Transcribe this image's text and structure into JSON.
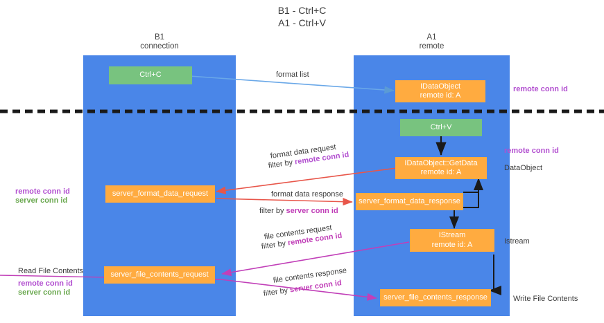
{
  "title": "B1 - Ctrl+C\nA1 - Ctrl+V",
  "columns": [
    {
      "name": "B1",
      "sub": "connection",
      "header": "B1\nconnection"
    },
    {
      "name": "A1",
      "sub": "remote",
      "header": "A1\nremote"
    }
  ],
  "nodes": {
    "ctrl_c": "Ctrl+C",
    "ctrl_v": "Ctrl+V",
    "idataobject_line1": "IDataObject",
    "idataobject_line2": "remote id: A",
    "getdata_line1": "IDataObject::GetData",
    "getdata_line2": "remote id: A",
    "istream_line1": "IStream",
    "istream_line2": "remote id: A",
    "server_format_data_request": "server_format_data_request",
    "server_format_data_response": "server_format_data_response",
    "server_file_contents_request": "server_file_contents_request",
    "server_file_contents_response": "server_file_contents_response"
  },
  "edge_labels": {
    "format_list": "format list",
    "format_data_request": "format data request",
    "format_data_response": "format data response",
    "file_contents_request": "file contents request",
    "file_contents_response": "file contents response",
    "filter_by": "filter by ",
    "remote_conn_id": "remote conn id",
    "server_conn_id": "server conn id"
  },
  "annotations": {
    "right_remote_conn_id_top": "remote conn id",
    "right_remote_conn_id_mid": "remote conn id",
    "right_dataobject": "DataObject",
    "right_istream": "Istream",
    "right_write_file_contents": "Write File Contents",
    "left_read_file_contents": "Read File Contents",
    "left_remote_conn_id": "remote conn id",
    "left_server_conn_id": "server conn id"
  },
  "colors": {
    "lane": "#4a86e8",
    "orange": "#ffab40",
    "green": "#78c37f",
    "purple": "#b24fd0",
    "green_text": "#6aa84f",
    "magenta": "#c13fb8",
    "arrow_blue": "#6aa8e8",
    "arrow_red": "#e8564a",
    "arrow_black": "#222222",
    "divider": "#1a1a1a"
  }
}
